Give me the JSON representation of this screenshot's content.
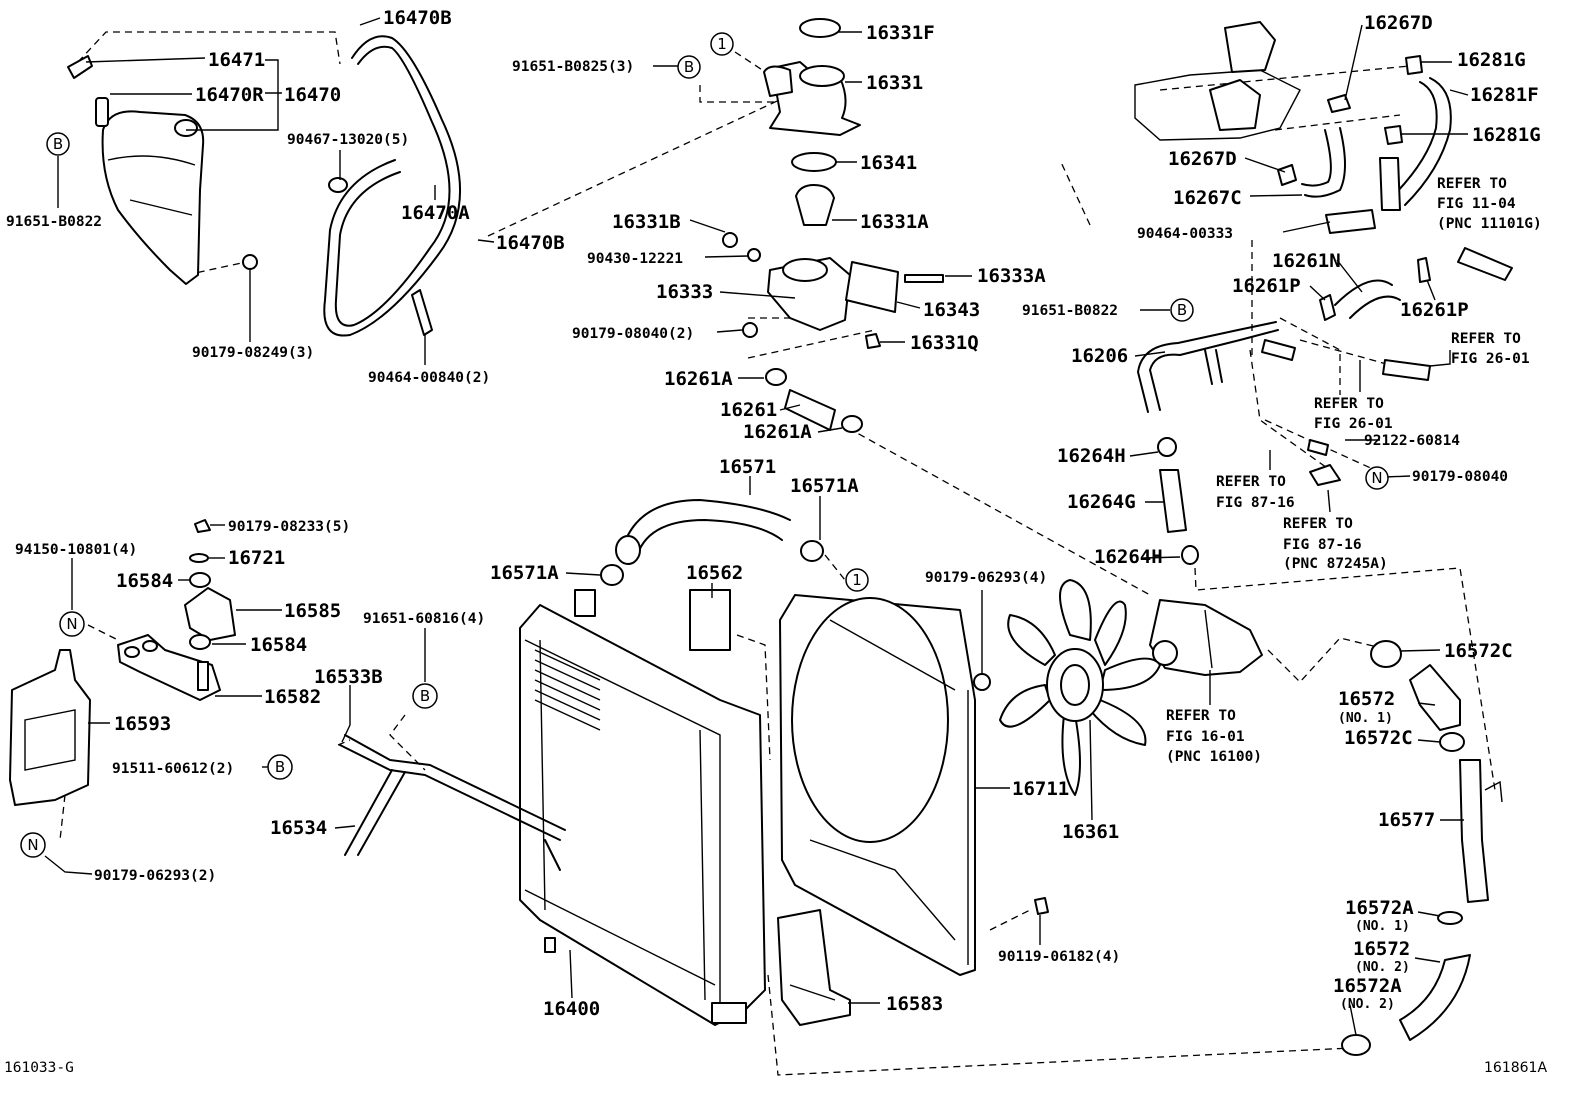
{
  "diagram_id": "161033-G",
  "figure_code": "161861A",
  "labels": {
    "l16470B_top": "16470B",
    "l16331F": "16331F",
    "l16267D_top": "16267D",
    "l16471": "16471",
    "l91651B0825": "91651-B0825(3)",
    "l16331": "16331",
    "l16281G_top": "16281G",
    "l16470R": "16470R",
    "l16470": "16470",
    "l16281F": "16281F",
    "l16281G_mid": "16281G",
    "l90467": "90467-13020(5)",
    "l16341": "16341",
    "l16267D_mid": "16267D",
    "l16267C": "16267C",
    "ref_fig1104_a": "REFER TO",
    "ref_fig1104_b": "FIG 11-04",
    "ref_fig1104_c": "(PNC 11101G)",
    "l91651B0822_left": "91651-B0822",
    "l16470A": "16470A",
    "l16331B": "16331B",
    "l16331A": "16331A",
    "l16470B_mid": "16470B",
    "l90464_00333": "90464-00333",
    "l90430": "90430-12221",
    "l16333A": "16333A",
    "l16261N": "16261N",
    "l16333": "16333",
    "l16261P_left": "16261P",
    "l16343": "16343",
    "l16261P_right": "16261P",
    "l91651B0822_right": "91651-B0822",
    "l90179_08040_2": "90179-08040(2)",
    "l16331Q": "16331Q",
    "ref_fig2601_a": "REFER TO",
    "ref_fig2601_b": "FIG 26-01",
    "l90179_08249": "90179-08249(3)",
    "l90464_00840": "90464-00840(2)",
    "l16206": "16206",
    "l16261A_top": "16261A",
    "ref_fig2601b_a": "REFER TO",
    "ref_fig2601b_b": "FIG 26-01",
    "l16261": "16261",
    "l16261A_bot": "16261A",
    "l92122": "92122-60814",
    "l16264H_top": "16264H",
    "ref_fig8716_a": "REFER TO",
    "ref_fig8716_b": "FIG 87-16",
    "l90179_08040_N": "90179-08040",
    "l16571": "16571",
    "l16571A_right": "16571A",
    "l16264G": "16264G",
    "ref_fig8716b_a": "REFER TO",
    "ref_fig8716b_b": "FIG 87-16",
    "ref_fig8716b_c": "(PNC 87245A)",
    "l90179_08233": "90179-08233(5)",
    "l94150": "94150-10801(4)",
    "l16721": "16721",
    "l16264H_bot": "16264H",
    "l16571A_left": "16571A",
    "l16562": "16562",
    "l16584_top": "16584",
    "l90179_06293_4": "90179-06293(4)",
    "l16585": "16585",
    "l91651_60816": "91651-60816(4)",
    "l16584_bot": "16584",
    "l16572C_top": "16572C",
    "l16533B": "16533B",
    "l16582": "16582",
    "l16572_no1": "16572",
    "l16572_no1_sub": "(NO. 1)",
    "ref_fig1601_a": "REFER TO",
    "ref_fig1601_b": "FIG 16-01",
    "ref_fig1601_c": "(PNC 16100)",
    "l16593": "16593",
    "l16572C_bot": "16572C",
    "l91511": "91511-60612(2)",
    "l16711": "16711",
    "l16577": "16577",
    "l16534": "16534",
    "l16361": "16361",
    "l90179_06293_2": "90179-06293(2)",
    "l16572A_no1": "16572A",
    "l16572A_no1_sub": "(NO. 1)",
    "l90119": "90119-06182(4)",
    "l16572_no2": "16572",
    "l16572_no2_sub": "(NO. 2)",
    "l16572A_no2": "16572A",
    "l16572A_no2_sub": "(NO. 2)",
    "l16400": "16400",
    "l16583": "16583"
  },
  "badges": {
    "b1_top": "1",
    "b1_mid": "1",
    "bB_0825": "B",
    "bB_left": "B",
    "bB_right": "B",
    "bB_60816": "B",
    "bB_91511": "B",
    "bN_94150": "N",
    "bN_06293": "N",
    "bN_08040": "N"
  }
}
